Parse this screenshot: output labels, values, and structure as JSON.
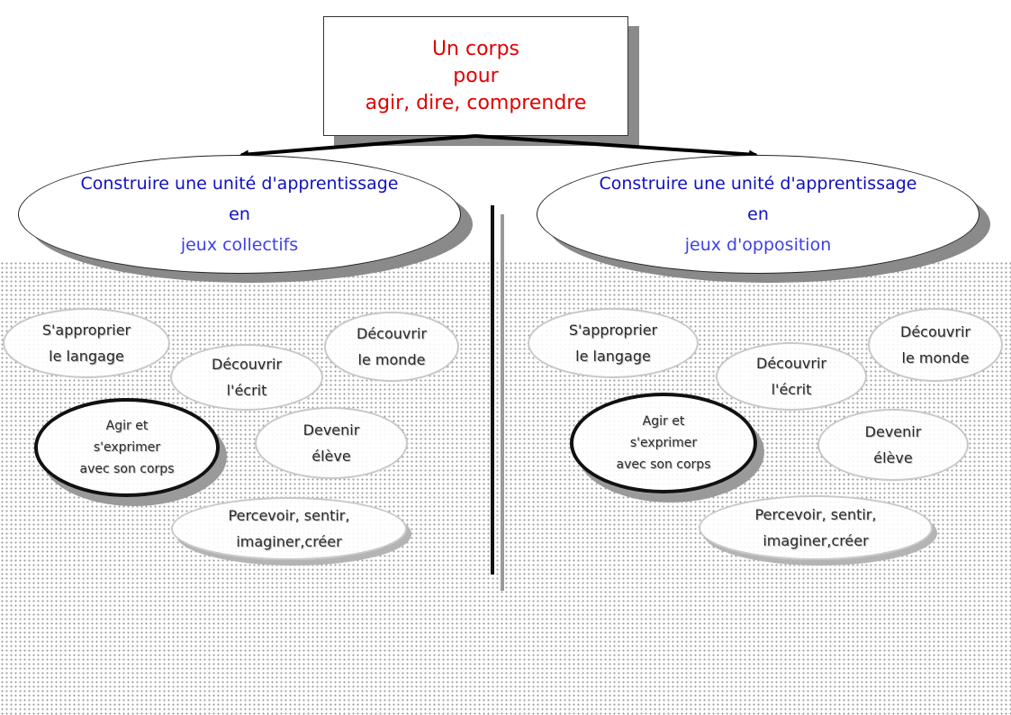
{
  "title": {
    "line1": "Un corps",
    "line2": "pour",
    "line3": "agir, dire, comprendre"
  },
  "left": {
    "heading": {
      "line1": "Construire une unité d'apprentissage",
      "line2": "en",
      "line3": "jeux collectifs"
    },
    "domains": {
      "langage": {
        "line1": "S'approprier",
        "line2": "le langage"
      },
      "monde": {
        "line1": "Découvrir",
        "line2": "le monde"
      },
      "ecrit": {
        "line1": "Découvrir",
        "line2": "l'écrit"
      },
      "agir": {
        "line1": "Agir et",
        "line2": "s'exprimer",
        "line3": "avec son corps"
      },
      "eleve": {
        "line1": "Devenir",
        "line2": "élève"
      },
      "percevoir": {
        "line1": "Percevoir, sentir,",
        "line2": "imaginer,créer"
      }
    }
  },
  "right": {
    "heading": {
      "line1": "Construire une unité d'apprentissage",
      "line2": "en",
      "line3": "jeux d'opposition"
    },
    "domains": {
      "langage": {
        "line1": "S'approprier",
        "line2": "le langage"
      },
      "monde": {
        "line1": "Découvrir",
        "line2": "le monde"
      },
      "ecrit": {
        "line1": "Découvrir",
        "line2": "l'écrit"
      },
      "agir": {
        "line1": "Agir et",
        "line2": "s'exprimer",
        "line3": "avec son corps"
      },
      "eleve": {
        "line1": "Devenir",
        "line2": "élève"
      },
      "percevoir": {
        "line1": "Percevoir, sentir,",
        "line2": "imaginer,créer"
      }
    }
  },
  "colors": {
    "title": "#e00000",
    "heading": "#1010c0",
    "heading_sub": "#4040e8",
    "domain_text": "#2a2a2a"
  }
}
